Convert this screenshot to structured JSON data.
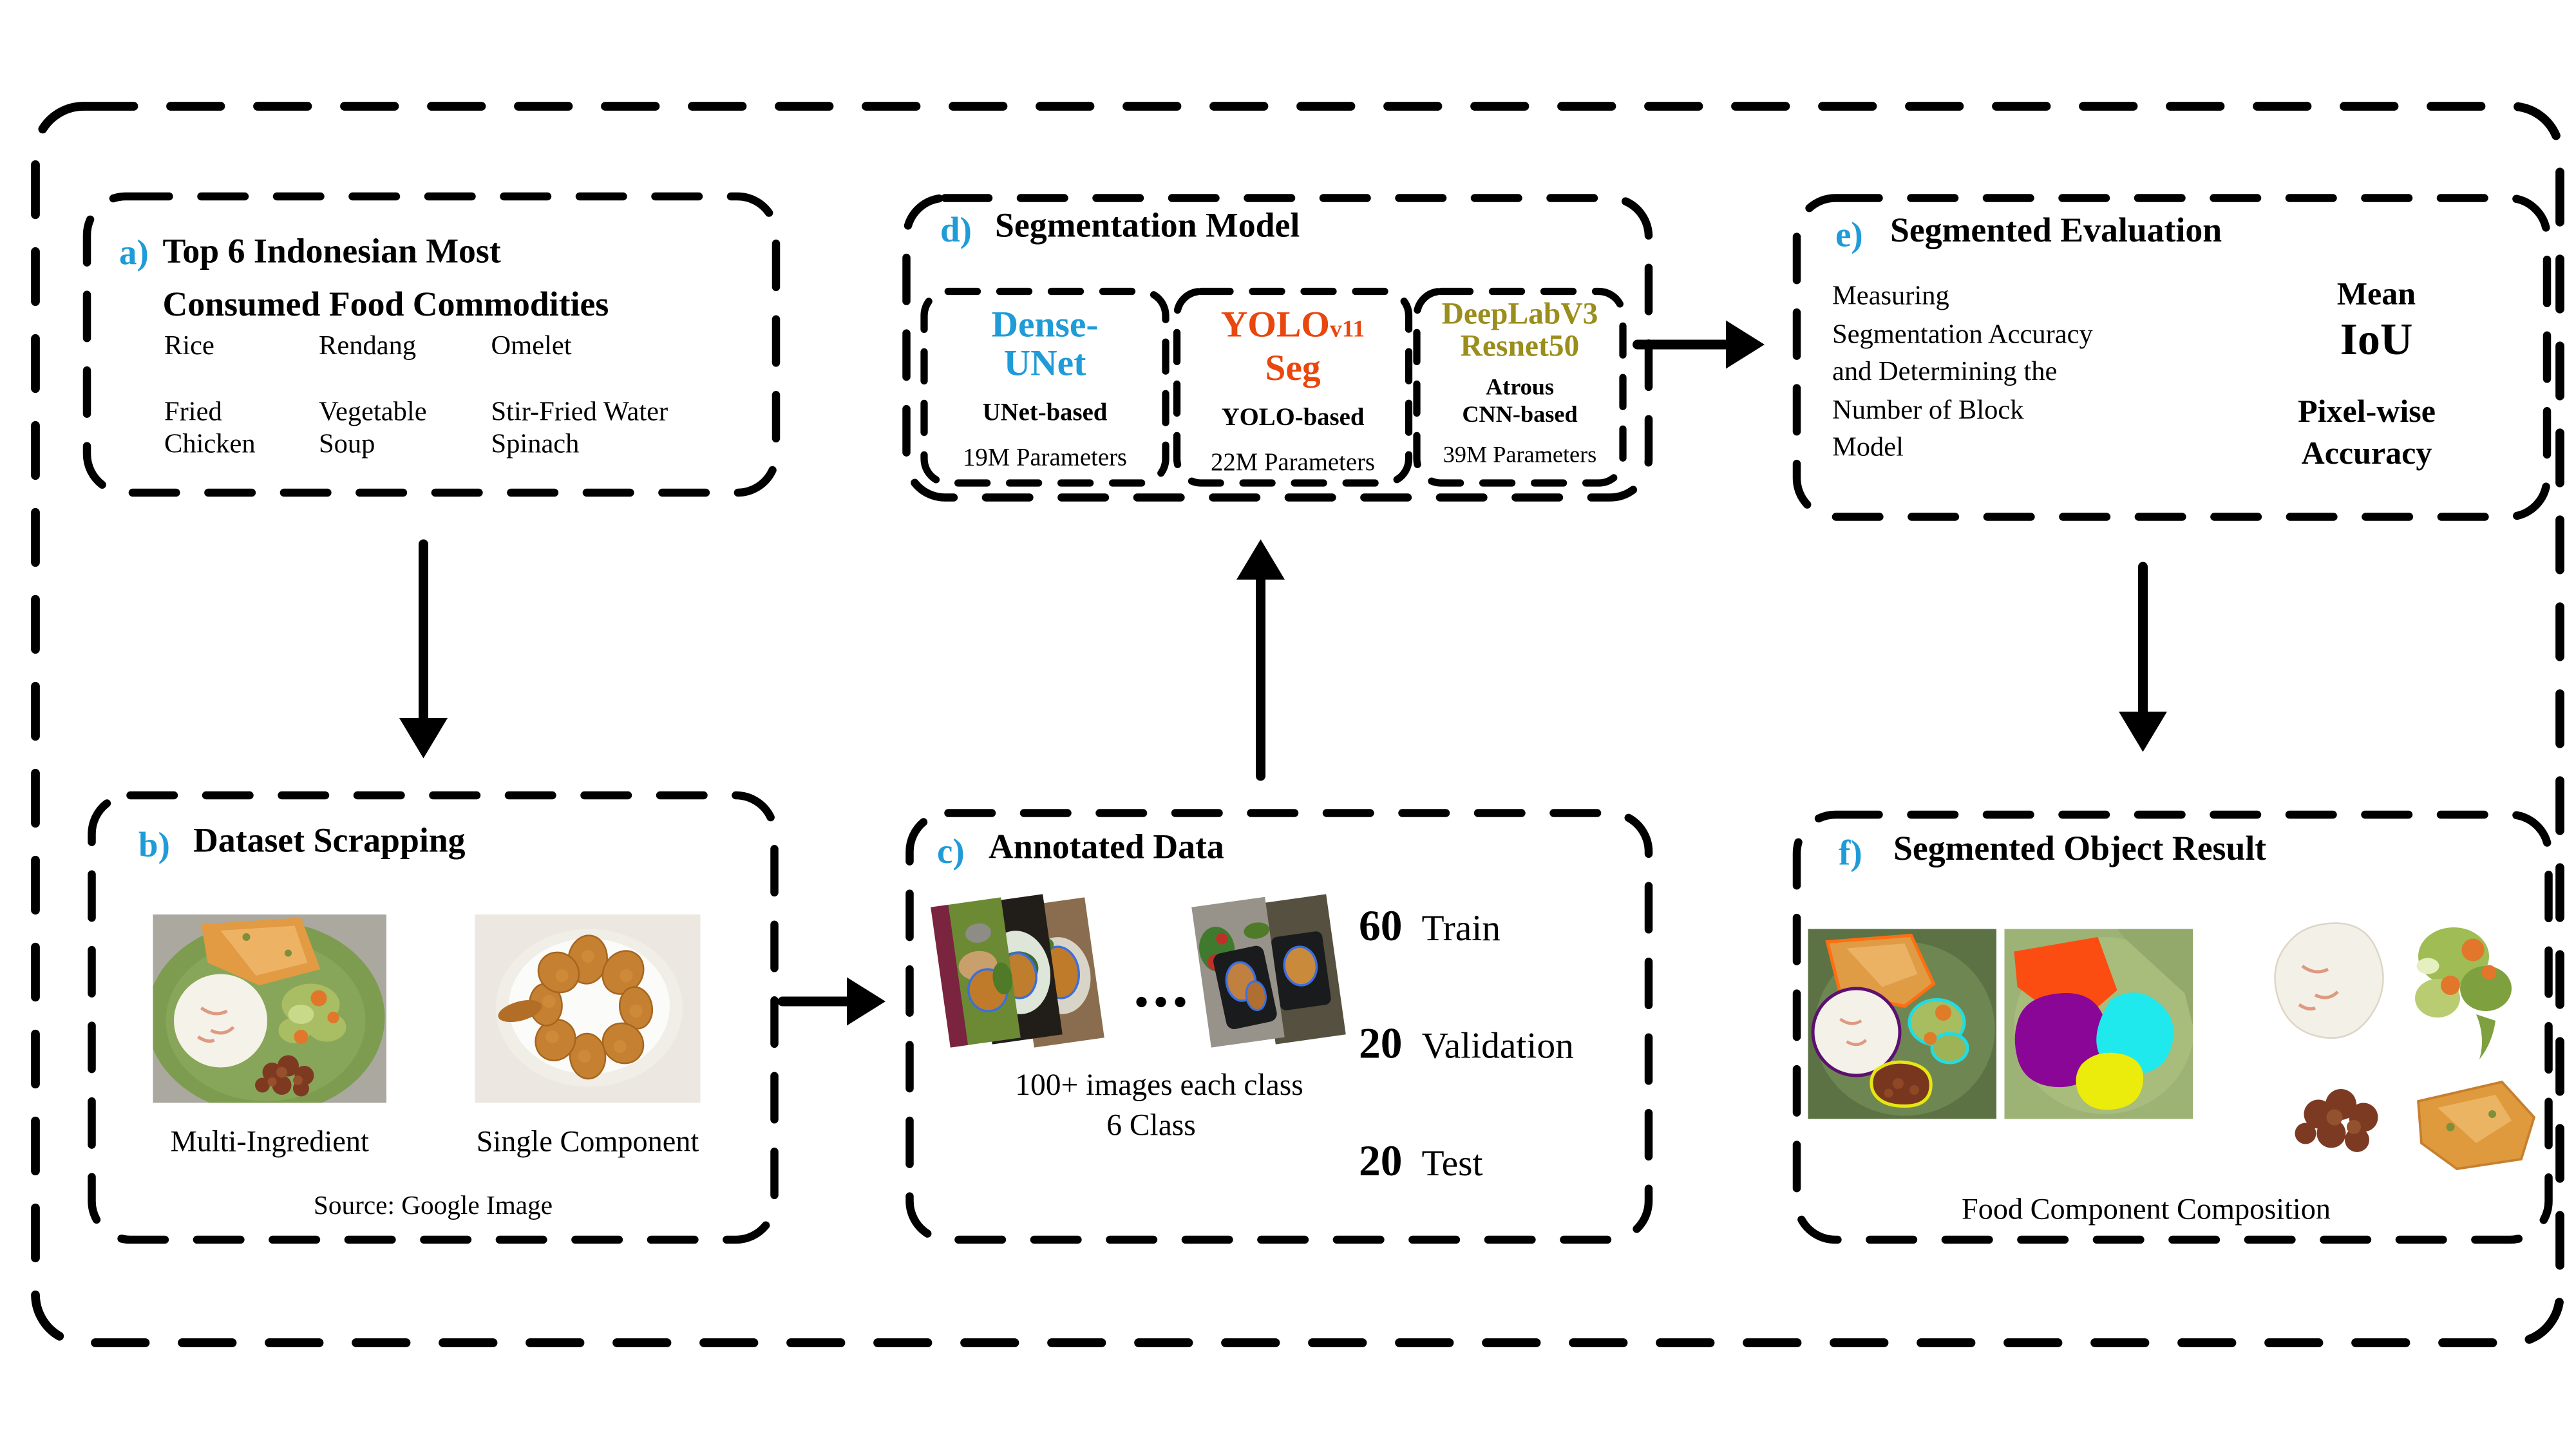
{
  "palette": {
    "label_blue": "#1F9CD8",
    "yolo_orange": "#E8470E",
    "deeplab_olive": "#9A8E1C",
    "mask_orange": "#FB4D12",
    "mask_purple": "#8A0696",
    "mask_cyan": "#1FE9EC",
    "mask_yellow": "#ECEC0C",
    "line_black": "#000000"
  },
  "flow": [
    "a to b",
    "b to c",
    "c to d",
    "d to e",
    "e to f"
  ],
  "boxes": {
    "a": {
      "label": "a)",
      "title_lines": [
        "Top 6 Indonesian Most",
        "Consumed Food Commodities"
      ],
      "items": [
        "Rice",
        "Rendang",
        "Omelet",
        "Fried Chicken",
        "Vegetable Soup",
        "Stir-Fried Water Spinach"
      ]
    },
    "b": {
      "label": "b)",
      "title": "Dataset Scrapping",
      "captions": [
        "Multi-Ingredient",
        "Single Component"
      ],
      "source": "Source: Google Image"
    },
    "c": {
      "label": "c)",
      "title": "Annotated Data",
      "ellipsis": "...",
      "notes": [
        "100+ images each class",
        "6 Class"
      ],
      "splits": [
        {
          "count": "60",
          "name": "Train"
        },
        {
          "count": "20",
          "name": "Validation"
        },
        {
          "count": "20",
          "name": "Test"
        }
      ]
    },
    "d": {
      "label": "d)",
      "title": "Segmentation Model",
      "models": [
        {
          "line1": "Dense-",
          "line2": "UNet",
          "base": "UNet-based",
          "params": "19M Parameters"
        },
        {
          "main": "YOLO",
          "sub": "v11",
          "line2": "Seg",
          "base": "YOLO-based",
          "params": "22M Parameters"
        },
        {
          "line1": "DeepLabV3",
          "line2": "Resnet50",
          "base1": "Atrous",
          "base2": "CNN-based",
          "params": "39M Parameters"
        }
      ]
    },
    "e": {
      "label": "e)",
      "title": "Segmented Evaluation",
      "desc_lines": [
        "Measuring",
        "Segmentation Accuracy",
        "and Determining the",
        "Number of Block",
        "Model"
      ],
      "metric1_line1": "Mean",
      "metric1_line2": "IoU",
      "metric2_line1": "Pixel-wise",
      "metric2_line2": "Accuracy"
    },
    "f": {
      "label": "f)",
      "title": "Segmented Object Result",
      "caption": "Food Component Composition"
    }
  }
}
